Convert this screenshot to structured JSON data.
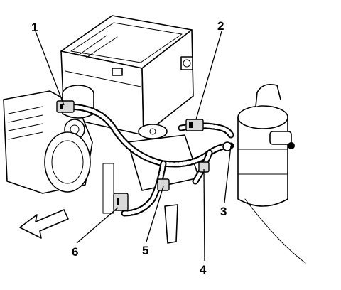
{
  "callouts": [
    {
      "label": "1",
      "part": "connector-upper-left"
    },
    {
      "label": "2",
      "part": "connector-upper-right"
    },
    {
      "label": "3",
      "part": "harness-clip-right"
    },
    {
      "label": "4",
      "part": "harness-clip-lower-right"
    },
    {
      "label": "5",
      "part": "harness-clip-center"
    },
    {
      "label": "6",
      "part": "connector-lower-left"
    }
  ],
  "orientation_arrow": "front-of-vehicle-arrow"
}
